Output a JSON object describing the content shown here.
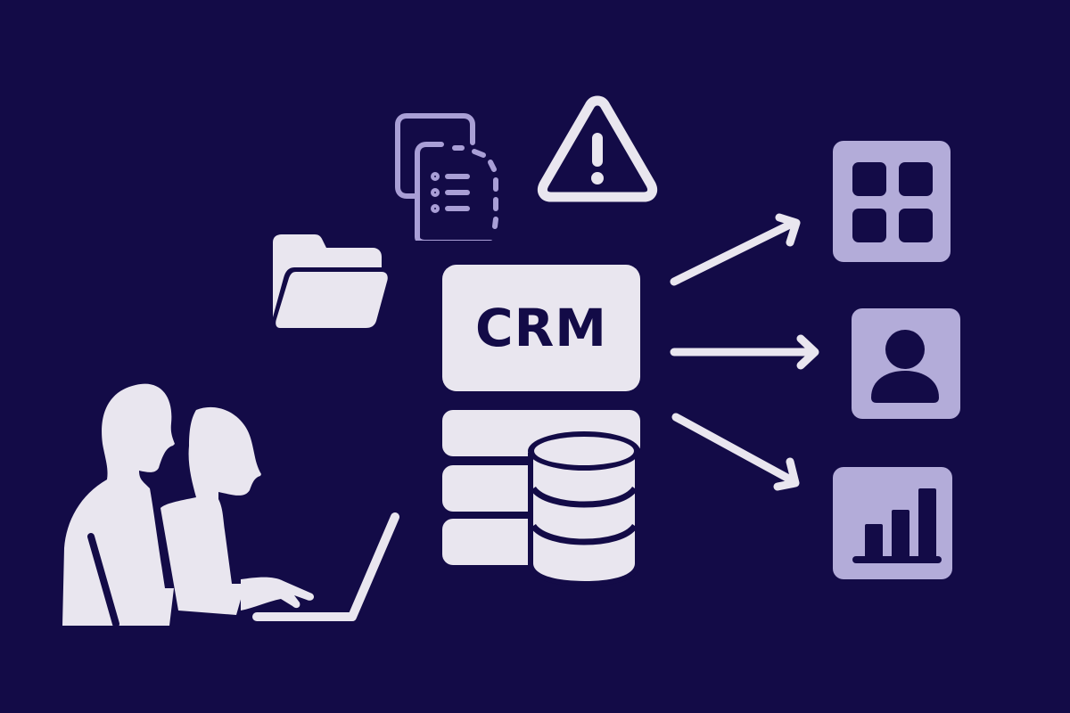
{
  "diagram": {
    "center": {
      "label": "CRM"
    },
    "nodes": [
      {
        "id": "users",
        "icon": "two-people-at-laptop-icon"
      },
      {
        "id": "folder",
        "icon": "folder-icon"
      },
      {
        "id": "documents",
        "icon": "copy-documents-icon"
      },
      {
        "id": "warning",
        "icon": "warning-triangle-icon"
      },
      {
        "id": "database",
        "icon": "database-icon"
      },
      {
        "id": "apps",
        "icon": "grid-apps-icon"
      },
      {
        "id": "contact",
        "icon": "user-profile-icon"
      },
      {
        "id": "analytics",
        "icon": "bar-chart-icon"
      }
    ],
    "edges": [
      {
        "from": "CRM",
        "to": "apps"
      },
      {
        "from": "CRM",
        "to": "contact"
      },
      {
        "from": "CRM",
        "to": "analytics"
      }
    ]
  },
  "colors": {
    "background": "#130b47",
    "foreground": "#e9e6ef",
    "accent_tile": "#b3acd9",
    "outline_lavender": "#a99fd6"
  }
}
